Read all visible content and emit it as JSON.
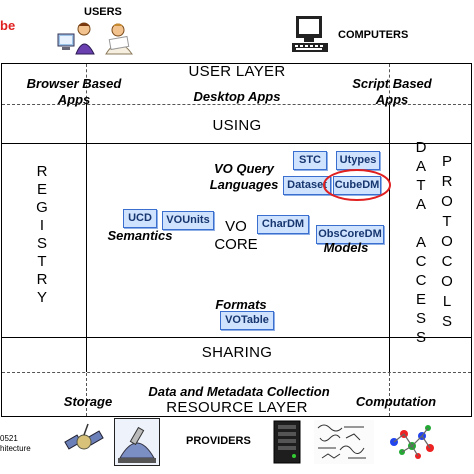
{
  "top": {
    "cut_text": "be",
    "users_label": "USERS",
    "computers_label": "COMPUTERS"
  },
  "user_layer": {
    "title": "USER LAYER",
    "left_app": "Browser Based\nApps",
    "middle_app": "Desktop Apps",
    "right_app": "Script Based\nApps"
  },
  "using_label": "USING",
  "registry_letters": [
    "R",
    "E",
    "G",
    "I",
    "S",
    "T",
    "R",
    "Y"
  ],
  "data_access_letters": [
    "D",
    "A",
    "T",
    "A",
    "",
    "A",
    "C",
    "C",
    "E",
    "S",
    "S"
  ],
  "protocols_letters": [
    "P",
    "R",
    "O",
    "T",
    "O",
    "C",
    "O",
    "L",
    "S"
  ],
  "core": {
    "vo_query_label": "VO Query\nLanguages",
    "semantics_label": "Semantics",
    "vo_core_label": "VO\nCORE",
    "models_label": "Models",
    "formats_label": "Formats",
    "tags": {
      "stc": "STC",
      "utypes": "Utypes",
      "dataset": "Dataset",
      "cubedm": "CubeDM",
      "ucd": "UCD",
      "vounits": "VOUnits",
      "chardm": "CharDM",
      "obscoredm": "ObsCoreDM",
      "votable": "VOTable"
    }
  },
  "sharing_label": "SHARING",
  "resource_layer": {
    "storage": "Storage",
    "collection": "Data and Metadata Collection",
    "title": "RESOURCE LAYER",
    "computation": "Computation"
  },
  "bottom": {
    "cut_text_1": "0521",
    "cut_text_2": "hitecture",
    "providers_label": "PROVIDERS"
  },
  "colors": {
    "tag_fill": "#cfe3ff",
    "tag_border": "#3a6fd0",
    "highlight_circle": "#e02020",
    "cut_text": "#e02020"
  }
}
